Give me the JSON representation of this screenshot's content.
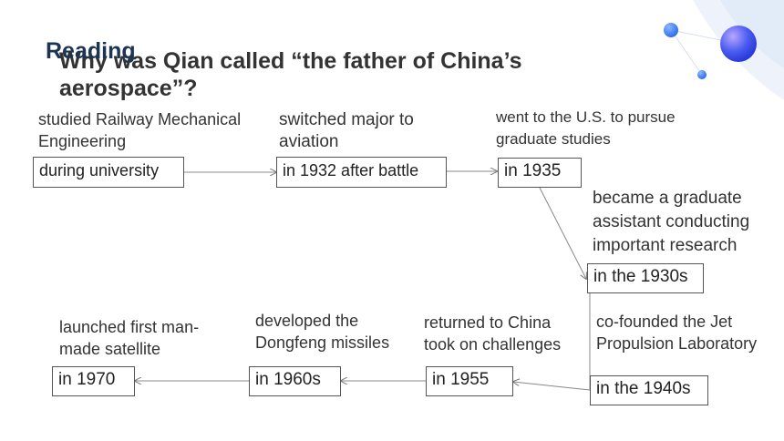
{
  "header": {
    "section": "Reading",
    "question": "Why was Qian called “the father of China’s aerospace”?"
  },
  "timeline": {
    "step1": {
      "label": "studied Railway Mechanical Engineering",
      "time": "during university"
    },
    "step2": {
      "label": "switched major to aviation",
      "time": "in 1932 after battle"
    },
    "step3": {
      "label": "went to the U.S. to pursue graduate studies",
      "time": "in 1935"
    },
    "step4": {
      "label": "became a graduate assistant conducting important research",
      "time": "in the 1930s"
    },
    "step5": {
      "label": "co-founded the Jet Propulsion Laboratory",
      "time": "in the 1940s"
    },
    "step6": {
      "label": "returned to China took on challenges",
      "time": "in 1955"
    },
    "step7": {
      "label": "developed the Dongfeng missiles",
      "time": "in 1960s"
    },
    "step8": {
      "label": "launched first man-made satellite",
      "time": "in 1970"
    }
  },
  "colors": {
    "accent_blue": "#2f6df0",
    "heading": "#1c3553"
  }
}
